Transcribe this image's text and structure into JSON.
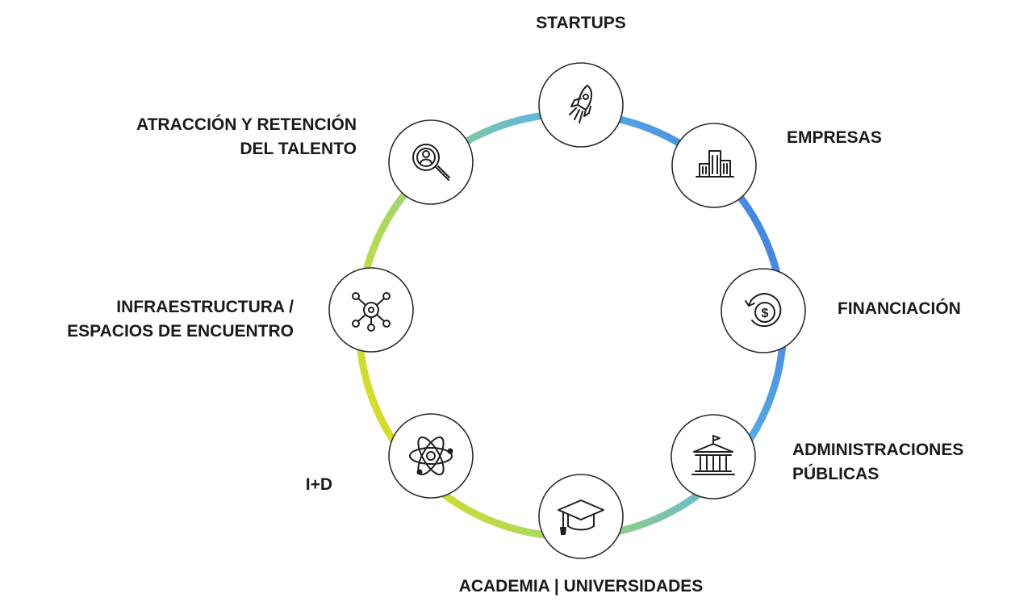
{
  "ring": {
    "gradient_colors": [
      "#3f7be0",
      "#5ab4e6",
      "#a8d860",
      "#dede1c",
      "#8dcd78",
      "#57c1dd"
    ]
  },
  "nodes": [
    {
      "id": "startups",
      "icon": "rocket-icon",
      "lines": [
        "STARTUPS"
      ]
    },
    {
      "id": "empresas",
      "icon": "buildings-icon",
      "lines": [
        "EMPRESAS"
      ]
    },
    {
      "id": "financiacion",
      "icon": "dollar-coin-cycle-icon",
      "lines": [
        "FINANCIACIÓN"
      ]
    },
    {
      "id": "administraciones",
      "icon": "government-building-icon",
      "lines": [
        "ADMINISTRACIONES",
        "PÚBLICAS"
      ]
    },
    {
      "id": "academia",
      "icon": "graduation-cap-icon",
      "lines": [
        "ACADEMIA | UNIVERSIDADES"
      ]
    },
    {
      "id": "i-d",
      "icon": "atom-icon",
      "lines": [
        "I+D"
      ]
    },
    {
      "id": "infraestructura",
      "icon": "network-hub-icon",
      "lines": [
        "INFRAESTRUCTURA /",
        "ESPACIOS DE ENCUENTRO"
      ]
    },
    {
      "id": "talento",
      "icon": "user-search-icon",
      "lines": [
        "ATRACCIÓN Y RETENCIÓN",
        "DEL TALENTO"
      ]
    }
  ]
}
